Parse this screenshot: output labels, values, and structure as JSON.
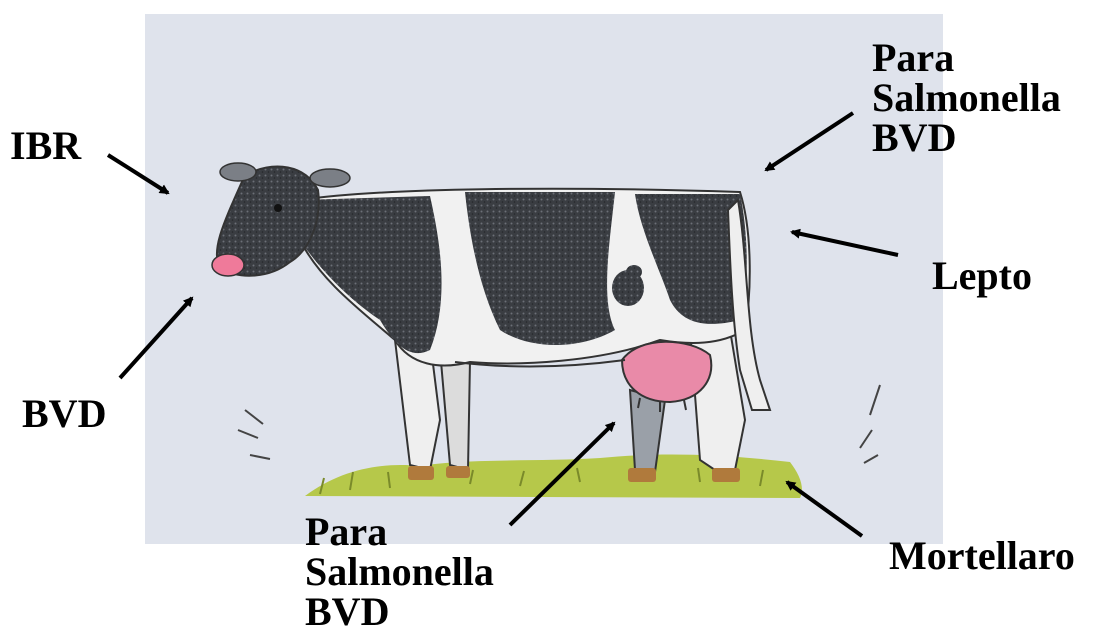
{
  "labels": {
    "ibr": "IBR",
    "bvd_left": "BVD",
    "top_right": [
      "Para",
      "Salmonella",
      "BVD"
    ],
    "lepto": "Lepto",
    "bottom_center": [
      "Para",
      "Salmonella",
      "BVD"
    ],
    "mortellaro": "Mortellaro"
  },
  "colors": {
    "panel": "#dfe3ec",
    "coat_black": "#3a3d42",
    "coat_white": "#f1f1f1",
    "udder": "#e98aa8",
    "nose": "#ef7a9a",
    "grass": "#b6c84a",
    "hoof": "#b07a3c",
    "arrow": "#000000"
  }
}
